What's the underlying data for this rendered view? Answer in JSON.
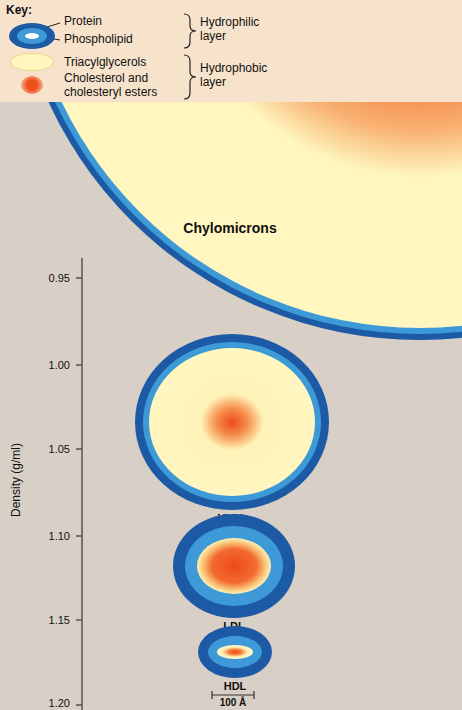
{
  "diagram": {
    "nodes": [
      {
        "text": [
          "Chylomicrons"
        ]
      },
      {
        "text": [
          "VLDL"
        ]
      },
      {
        "text": [
          "LDL"
        ]
      },
      {
        "text": [
          "HDL"
        ]
      }
    ],
    "labels": [
      "Key:",
      "Hydrophilic layer",
      "Hydrophobic layer",
      "Density (g/ml)",
      "0.95",
      "1.00",
      "1.05",
      "1.10",
      "1.15",
      "1.20",
      "100 Å"
    ],
    "legend": [
      {
        "text": "Protein",
        "color": "#1c5aa6"
      },
      {
        "text": "Phospholipid",
        "color": "#3d9ad6"
      },
      {
        "text": "Triacylglycerols",
        "color": "#fff6c0"
      },
      {
        "text": "Cholesterol and cholesteryl esters",
        "color": "#ef4f1e"
      }
    ]
  }
}
